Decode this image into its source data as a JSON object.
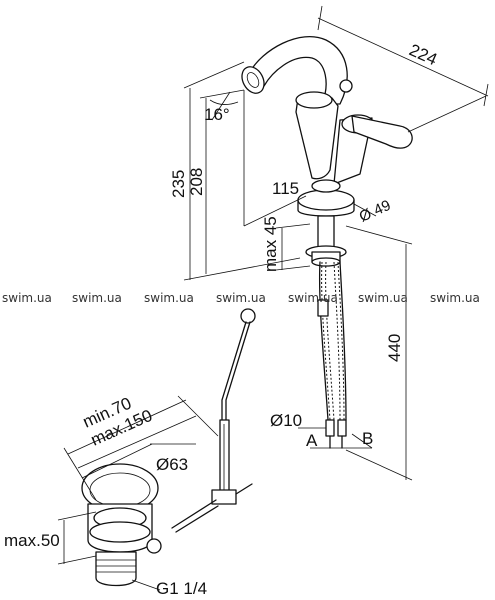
{
  "dimensions": {
    "width_224": "224",
    "height_235": "235",
    "height_208": "208",
    "angle_16": "16°",
    "reach_115": "115",
    "max_45": "max 45",
    "diam_49": "Ø 49",
    "hose_440": "440",
    "diam_10": "Ø10",
    "inlet_a": "A",
    "inlet_b": "B",
    "waste_min": "min.70",
    "waste_max": "max.150",
    "diam_63": "Ø63",
    "waste_max_50": "max.50",
    "thread": "G1 1/4"
  },
  "watermark": {
    "items": [
      "swim.ua",
      "swim.ua",
      "swim.ua",
      "swim.ua",
      "swim.ua",
      "swim.ua",
      "swim.ua"
    ],
    "color": "#333333"
  }
}
